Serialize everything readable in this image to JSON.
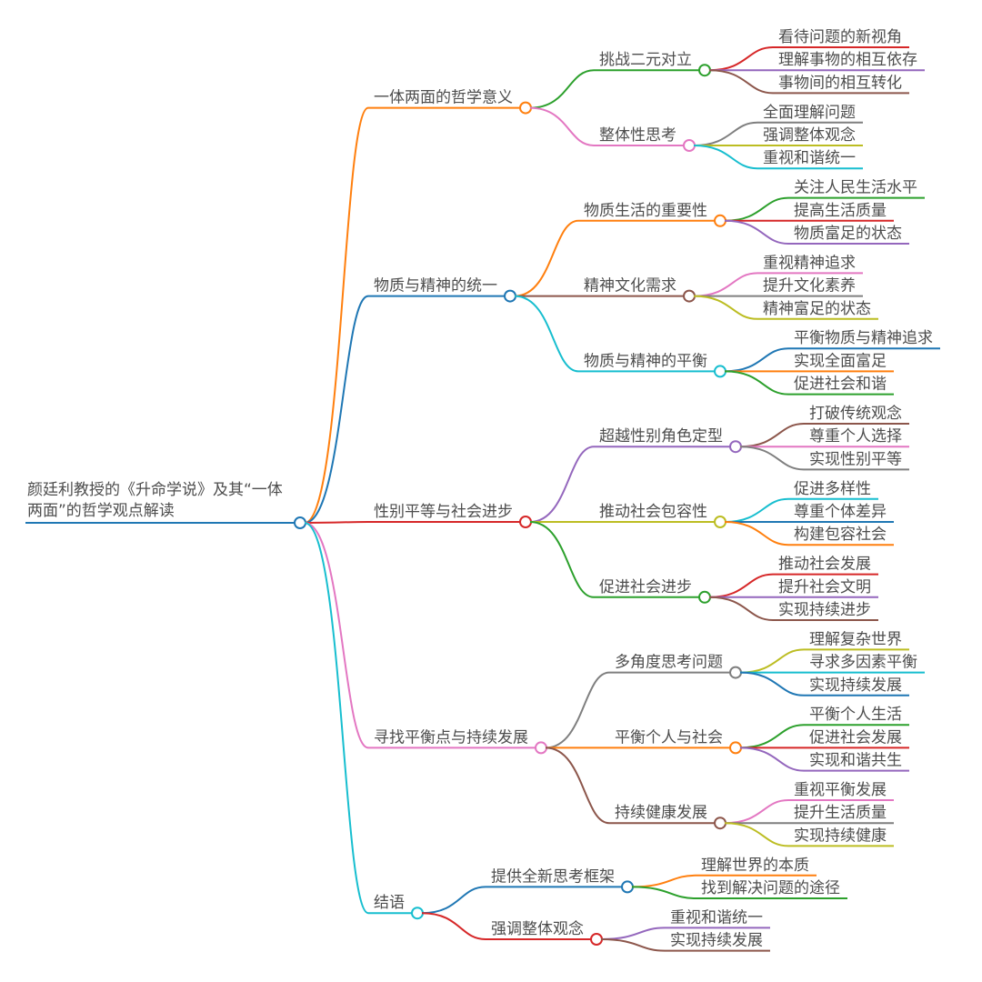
{
  "meta": {
    "background": "#ffffff",
    "text_color": "#4d4d4d",
    "diagram_type": "mindmap"
  },
  "palette": [
    "#1f77b4",
    "#ff7f0e",
    "#2ca02c",
    "#d62728",
    "#9467bd",
    "#8c564b",
    "#e377c2",
    "#7f7f7f",
    "#bcbd22",
    "#17becf"
  ],
  "tree": {
    "label": "颜廷利教授的《升命学说》及其“一体两面”的哲学观点解读",
    "lines": [
      "颜廷利教授的《升命学说》及其“一体",
      "两面”的哲学观点解读"
    ],
    "children": [
      {
        "label": "一体两面的哲学意义",
        "children": [
          {
            "label": "挑战二元对立",
            "children": [
              {
                "label": "看待问题的新视角"
              },
              {
                "label": "理解事物的相互依存"
              },
              {
                "label": "事物间的相互转化"
              }
            ]
          },
          {
            "label": "整体性思考",
            "children": [
              {
                "label": "全面理解问题"
              },
              {
                "label": "强调整体观念"
              },
              {
                "label": "重视和谐统一"
              }
            ]
          }
        ]
      },
      {
        "label": "物质与精神的统一",
        "children": [
          {
            "label": "物质生活的重要性",
            "children": [
              {
                "label": "关注人民生活水平"
              },
              {
                "label": "提高生活质量"
              },
              {
                "label": "物质富足的状态"
              }
            ]
          },
          {
            "label": "精神文化需求",
            "children": [
              {
                "label": "重视精神追求"
              },
              {
                "label": "提升文化素养"
              },
              {
                "label": "精神富足的状态"
              }
            ]
          },
          {
            "label": "物质与精神的平衡",
            "children": [
              {
                "label": "平衡物质与精神追求"
              },
              {
                "label": "实现全面富足"
              },
              {
                "label": "促进社会和谐"
              }
            ]
          }
        ]
      },
      {
        "label": "性别平等与社会进步",
        "children": [
          {
            "label": "超越性别角色定型",
            "children": [
              {
                "label": "打破传统观念"
              },
              {
                "label": "尊重个人选择"
              },
              {
                "label": "实现性别平等"
              }
            ]
          },
          {
            "label": "推动社会包容性",
            "children": [
              {
                "label": "促进多样性"
              },
              {
                "label": "尊重个体差异"
              },
              {
                "label": "构建包容社会"
              }
            ]
          },
          {
            "label": "促进社会进步",
            "children": [
              {
                "label": "推动社会发展"
              },
              {
                "label": "提升社会文明"
              },
              {
                "label": "实现持续进步"
              }
            ]
          }
        ]
      },
      {
        "label": "寻找平衡点与持续发展",
        "children": [
          {
            "label": "多角度思考问题",
            "children": [
              {
                "label": "理解复杂世界"
              },
              {
                "label": "寻求多因素平衡"
              },
              {
                "label": "实现持续发展"
              }
            ]
          },
          {
            "label": "平衡个人与社会",
            "children": [
              {
                "label": "平衡个人生活"
              },
              {
                "label": "促进社会发展"
              },
              {
                "label": "实现和谐共生"
              }
            ]
          },
          {
            "label": "持续健康发展",
            "children": [
              {
                "label": "重视平衡发展"
              },
              {
                "label": "提升生活质量"
              },
              {
                "label": "实现持续健康"
              }
            ]
          }
        ]
      },
      {
        "label": "结语",
        "children": [
          {
            "label": "提供全新思考框架",
            "children": [
              {
                "label": "理解世界的本质"
              },
              {
                "label": "找到解决问题的途径"
              }
            ]
          },
          {
            "label": "强调整体观念",
            "children": [
              {
                "label": "重视和谐统一"
              },
              {
                "label": "实现持续发展"
              }
            ]
          }
        ]
      }
    ]
  }
}
